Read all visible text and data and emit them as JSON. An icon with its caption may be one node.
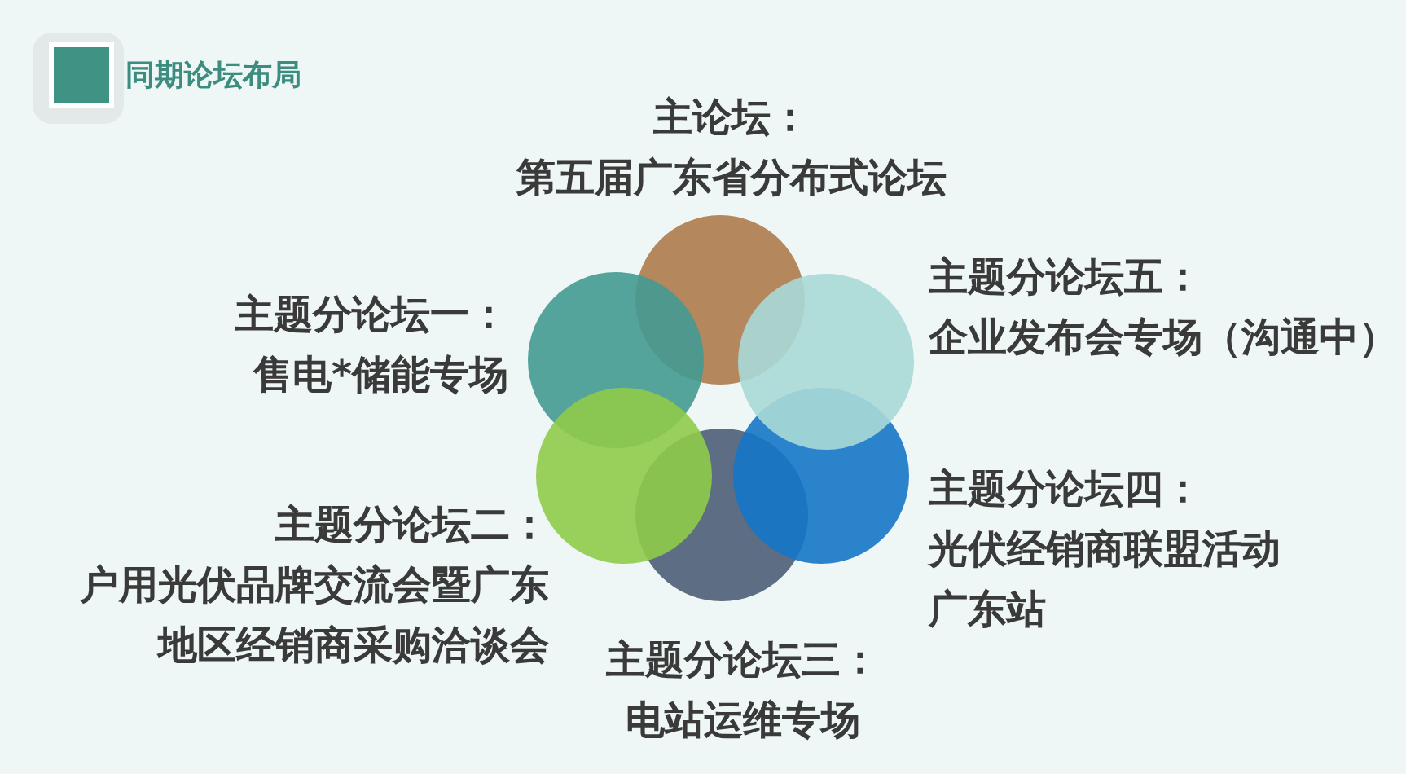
{
  "diagram": {
    "title": "同期论坛布局",
    "nodes": [
      {
        "text": [],
        "shape": "circle",
        "beside": [
          "主论坛：",
          "第五届广东省分布式论坛"
        ]
      },
      {
        "text": [],
        "shape": "circle",
        "beside": [
          "主题分论坛一：",
          "售电*储能专场"
        ]
      },
      {
        "text": [],
        "shape": "circle",
        "beside": [
          "主题分论坛五：",
          "企业发布会专场（沟通中）"
        ]
      },
      {
        "text": [],
        "shape": "circle",
        "beside": [
          "主题分论坛二：",
          "户用光伏品牌交流会暨广东地区经销商采购洽谈会"
        ]
      },
      {
        "text": [],
        "shape": "circle",
        "beside": [
          "主题分论坛四：",
          "光伏经销商联盟活动广东站"
        ]
      },
      {
        "text": [],
        "shape": "circle",
        "beside": [
          "主题分论坛三：",
          "电站运维专场"
        ]
      }
    ]
  }
}
